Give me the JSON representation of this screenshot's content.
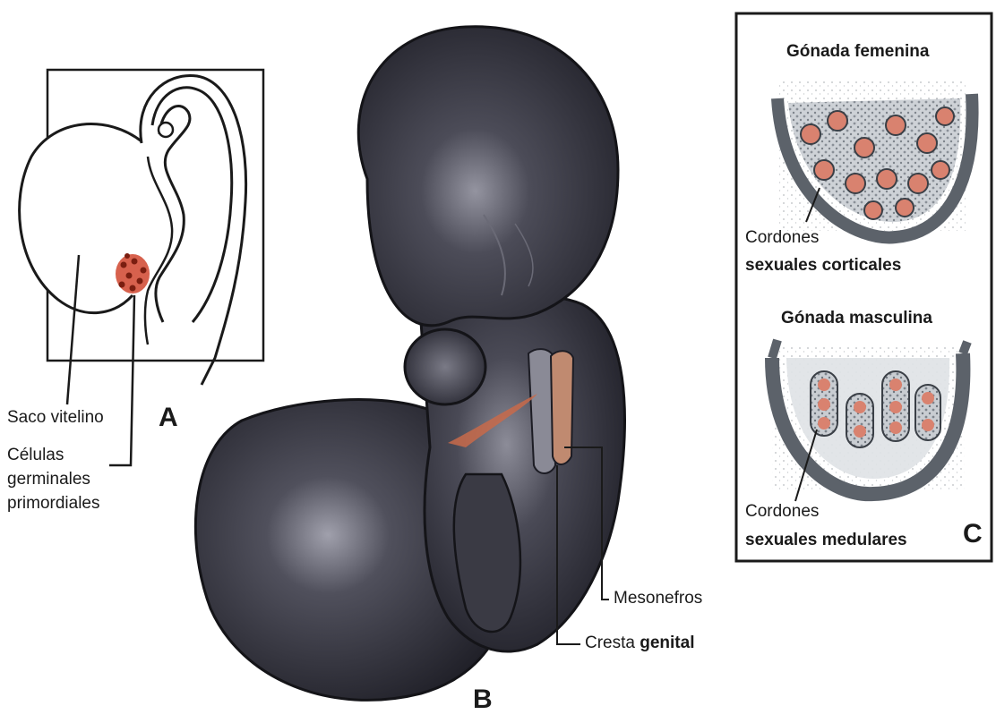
{
  "panel_a": {
    "letter": "A",
    "labels": {
      "saco": "Saco vitelino",
      "celulas_1": "Células",
      "celulas_2": "germinales",
      "celulas_3": "primordiales"
    }
  },
  "panel_b": {
    "letter": "B",
    "labels": {
      "mesonefros": "Mesonefros",
      "cresta_1": "Cresta ",
      "cresta_2": "genital"
    }
  },
  "panel_c": {
    "letter": "C",
    "female": {
      "title": "Gónada femenina",
      "label_1": "Cordones",
      "label_2": "sexuales corticales"
    },
    "male": {
      "title_1": "Gónada ",
      "title_2": "masculina",
      "label_1": "Cordones",
      "label_2": "sexuales medulares"
    }
  },
  "colors": {
    "embryo_dark": "#24242c",
    "embryo_mid": "#4a4a56",
    "germ_cells": "#d0452e",
    "gonad_tissue": "#9aa1a8",
    "cell_nucleus": "#d9826f"
  }
}
